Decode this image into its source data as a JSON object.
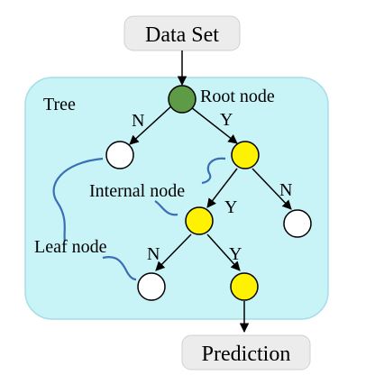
{
  "title_box": "Data Set",
  "output_box": "Prediction",
  "tree_label": "Tree",
  "annotations": {
    "root": "Root node",
    "internal": "Internal node",
    "leaf": "Leaf node"
  },
  "edge_labels": {
    "root_left": "N",
    "root_right": "Y",
    "internal_left": "Y",
    "internal_right": "N",
    "lower_left": "N",
    "lower_right": "Y"
  },
  "colors": {
    "tree_background": "#c8f3f7",
    "tree_border": "#a7dde5",
    "box_fill": "#ececec",
    "root_fill": "#5d9b46",
    "decision_fill": "#fff200",
    "leaf_fill": "#ffffff",
    "curve_stroke": "#3a6fb5"
  }
}
